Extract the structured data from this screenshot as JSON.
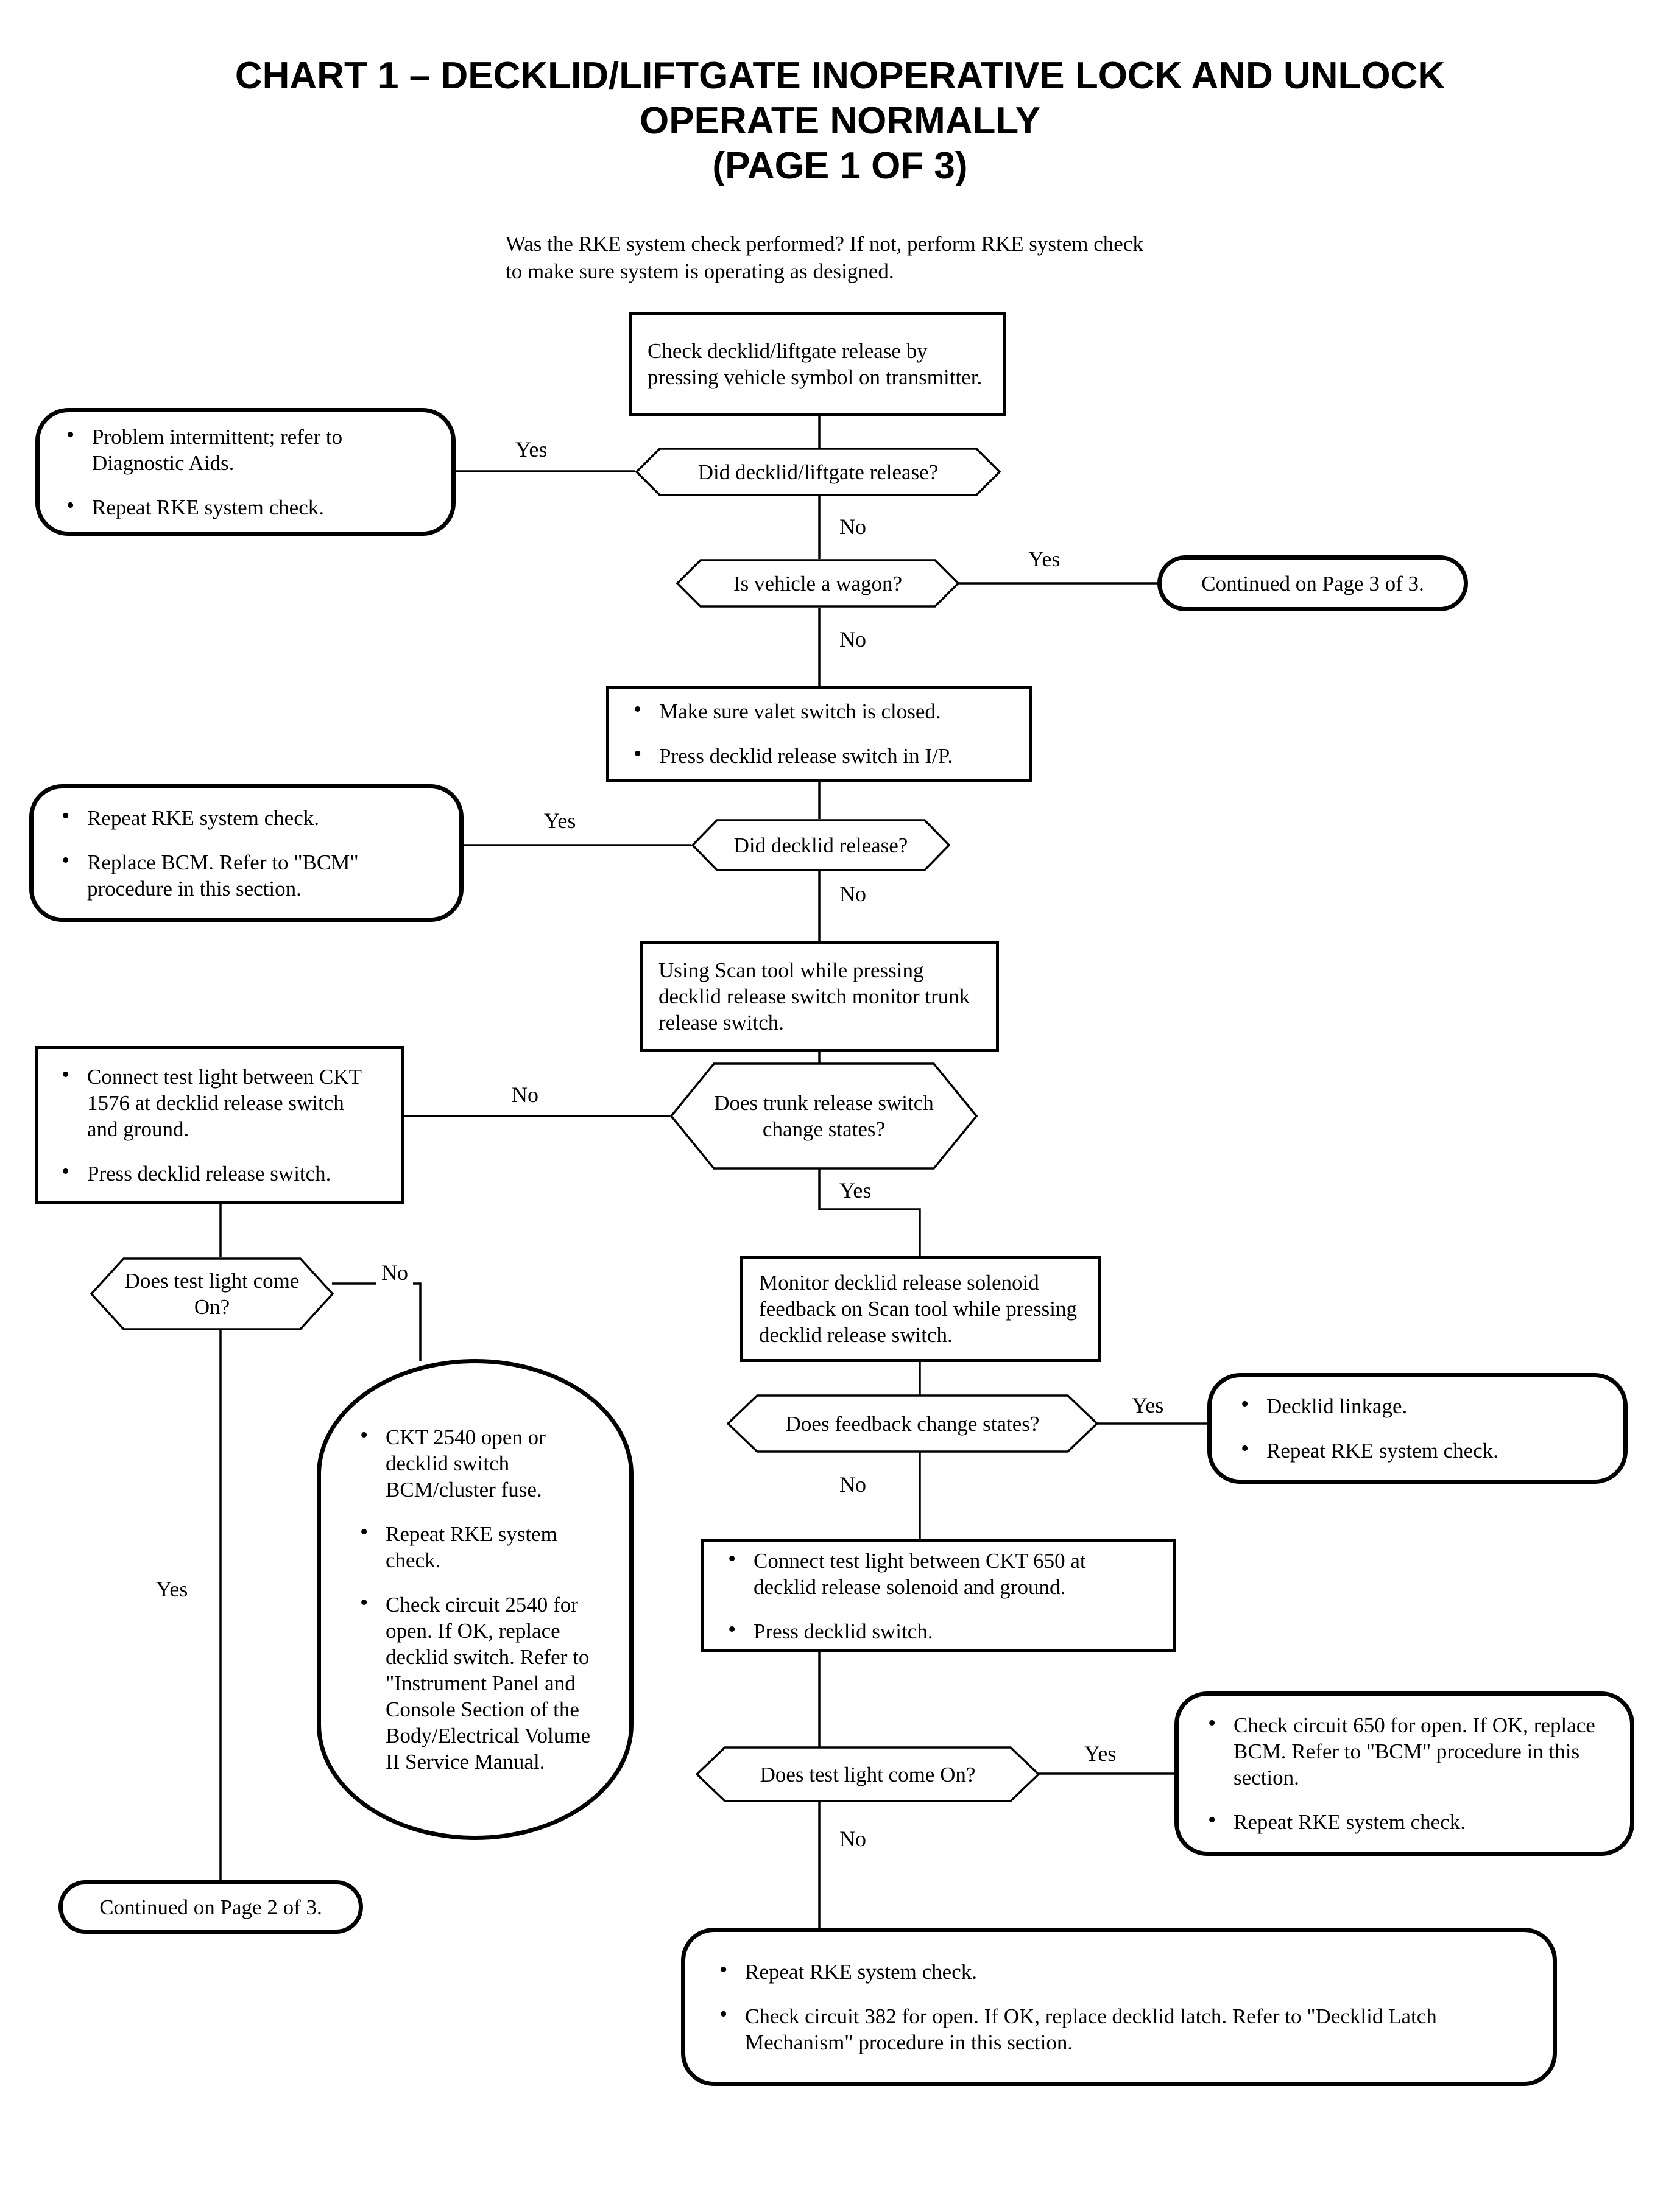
{
  "title": {
    "line1": "CHART 1 – DECKLID/LIFTGATE INOPERATIVE LOCK AND UNLOCK",
    "line2": "OPERATE NORMALLY",
    "line3": "(PAGE 1 OF 3)"
  },
  "intro": "Was the RKE system check performed?  If not, perform RKE system check to make sure system is operating as designed.",
  "nodes": {
    "check_release": "Check decklid/liftgate release by pressing vehicle symbol on transmitter.",
    "did_release": "Did decklid/liftgate release?",
    "problem_intermittent_1": "Problem intermittent; refer to Diagnostic Aids.",
    "problem_intermittent_2": "Repeat RKE system check.",
    "is_wagon": "Is vehicle a wagon?",
    "continued_p3": "Continued on Page 3 of 3.",
    "valet_1": "Make sure valet switch is closed.",
    "valet_2": "Press decklid release switch in I/P.",
    "did_decklid_release": "Did decklid release?",
    "repeat_bcm_1": "Repeat RKE system check.",
    "repeat_bcm_2": "Replace BCM. Refer to \"BCM\" procedure in this section.",
    "scan_tool": "Using Scan tool while pressing decklid release switch monitor trunk release switch.",
    "trunk_change": "Does trunk release switch change states?",
    "testlight_1576_1": "Connect test light between CKT 1576 at decklid release switch and ground.",
    "testlight_1576_2": "Press decklid release switch.",
    "test_light_on_left": "Does test light come On?",
    "ckt2540_1": "CKT 2540 open or decklid switch BCM/cluster fuse.",
    "ckt2540_2": "Repeat RKE system check.",
    "ckt2540_3": "Check circuit 2540 for open.  If OK, replace decklid switch.  Refer  to \"Instrument Panel and Console Section of the Body/Electrical Volume II Service Manual.",
    "continued_p2": "Continued on Page 2 of 3.",
    "monitor_solenoid": "Monitor decklid release solenoid feedback on Scan tool while pressing decklid release switch.",
    "feedback_change": "Does feedback change states?",
    "linkage_1": "Decklid linkage.",
    "linkage_2": "Repeat RKE system check.",
    "testlight_650_1": "Connect test light between CKT 650 at decklid release solenoid and ground.",
    "testlight_650_2": "Press decklid switch.",
    "test_light_on_right": "Does test light come On?",
    "ckt650_1": "Check circuit 650 for open. If OK, replace BCM. Refer to \"BCM\" procedure in this section.",
    "ckt650_2": "Repeat RKE system check.",
    "final_1": "Repeat RKE system check.",
    "final_2": "Check circuit 382 for open.  If OK, replace decklid latch.  Refer to \"Decklid Latch Mechanism\" procedure in this section."
  },
  "edges": {
    "yes_1": "Yes",
    "no_1": "No",
    "yes_2": "Yes",
    "no_2": "No",
    "yes_3": "Yes",
    "no_3": "No",
    "no_4": "No",
    "yes_4": "Yes",
    "no_5": "No",
    "yes_5": "Yes",
    "yes_6": "Yes",
    "no_6": "No",
    "yes_7": "Yes",
    "no_7": "No"
  },
  "colors": {
    "stroke": "#000000",
    "background": "#ffffff"
  }
}
